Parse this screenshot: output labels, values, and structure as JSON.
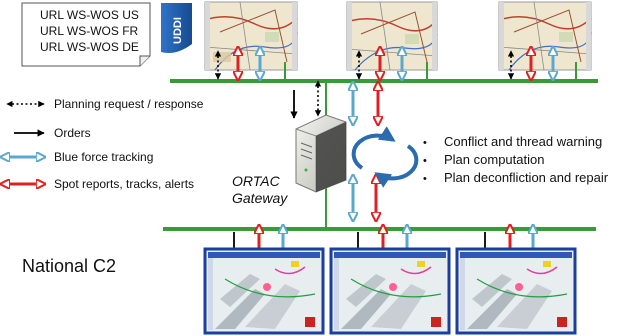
{
  "registry": {
    "lines": [
      "URL WS-WOS US",
      "URL WS-WOS FR",
      "URL WS-WOS DE"
    ],
    "badge": "UDDI"
  },
  "legend": [
    {
      "label": "Planning request / response",
      "style": "dotted-double"
    },
    {
      "label": "Orders",
      "style": "black-single"
    },
    {
      "label": "Blue force tracking",
      "style": "blue-double"
    },
    {
      "label": "Spot reports, tracks, alerts",
      "style": "red-double"
    }
  ],
  "gateway": {
    "line1": "ORTAC",
    "line2": "Gateway"
  },
  "functions": [
    "Conflict and thread warning",
    "Plan computation",
    "Plan deconfliction and repair"
  ],
  "bottom_label": "National C2",
  "colors": {
    "bus": "#3a9a3a",
    "blue_arrow": "#5aa8d0",
    "red_arrow": "#e02020",
    "cycle": "#2b6cb0",
    "badge": "#1e5aa8",
    "map_frame": "#1a3fa0"
  }
}
